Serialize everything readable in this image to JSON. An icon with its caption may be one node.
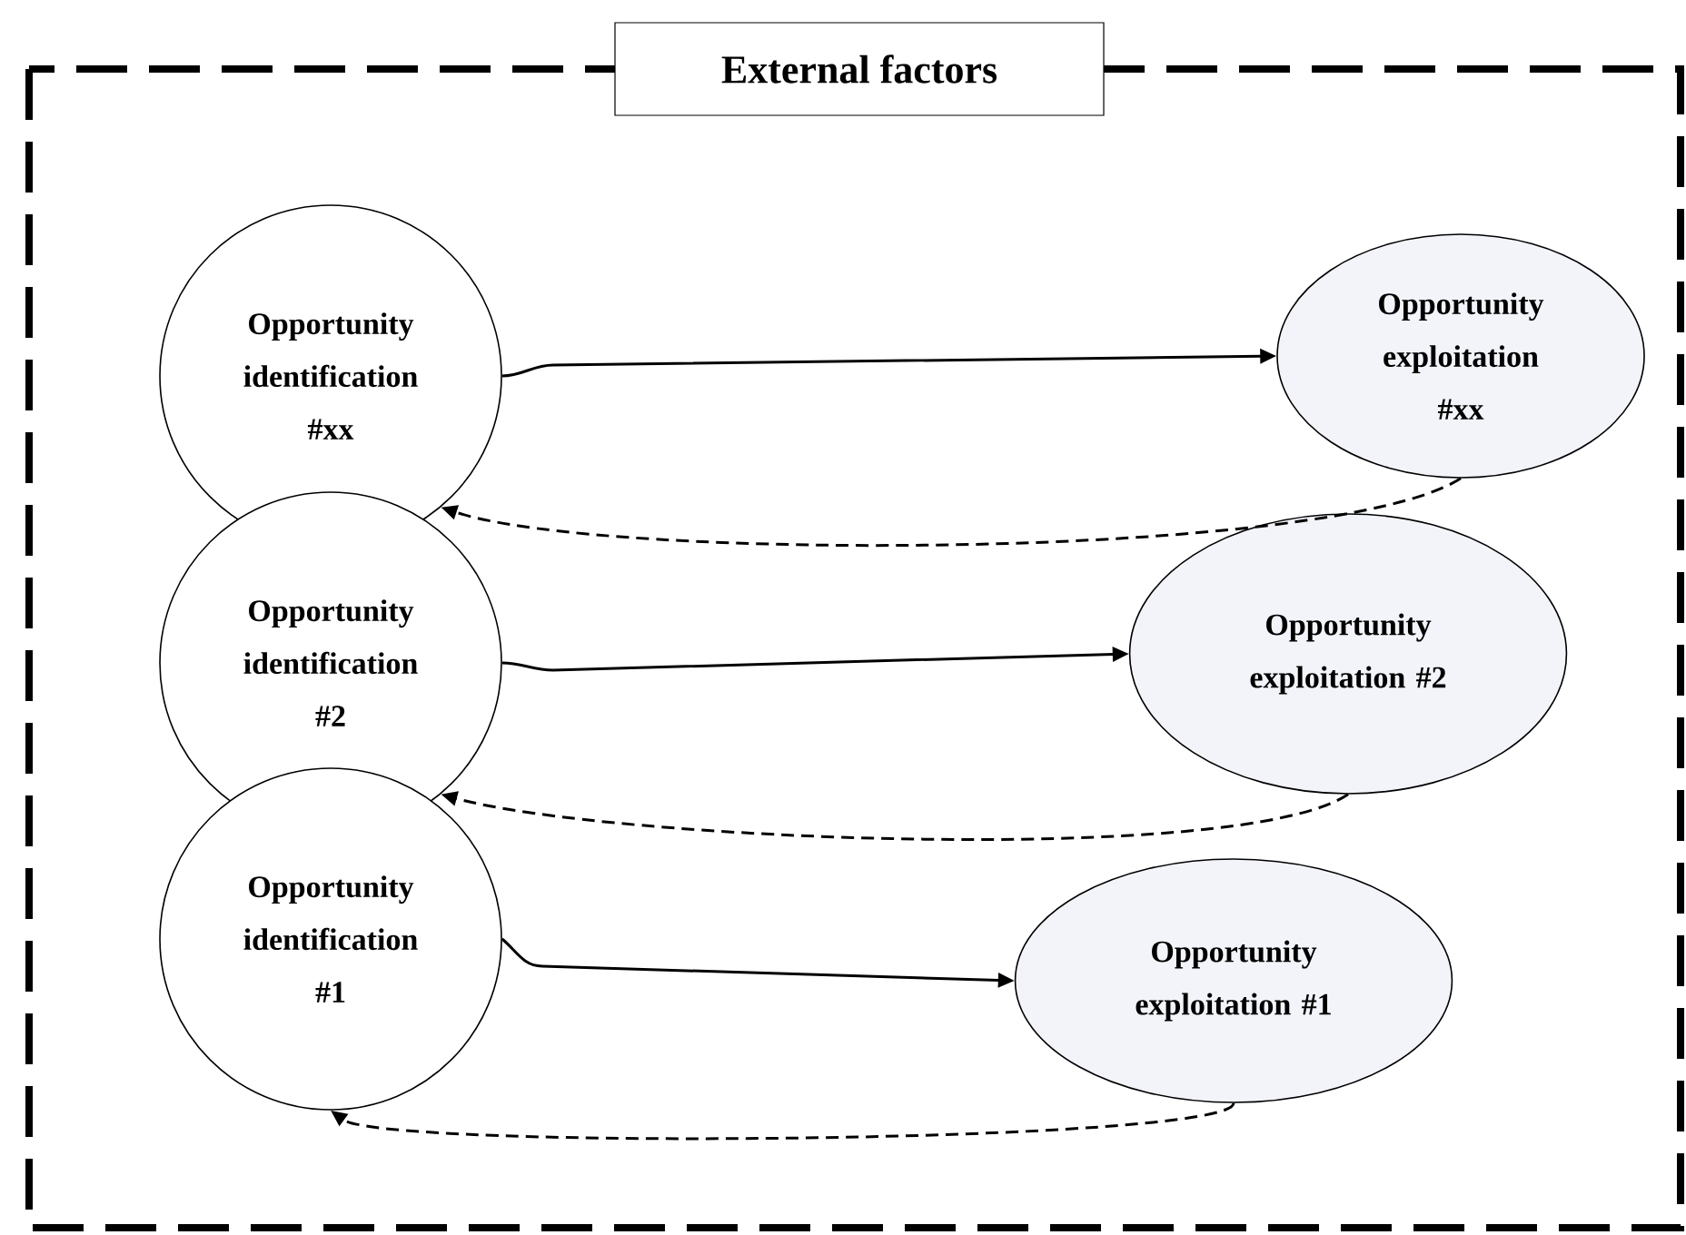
{
  "diagram": {
    "nodes": [
      {
        "text": [
          "External factors"
        ]
      },
      {
        "text": [
          "Opportunity identification #xx"
        ],
        "in": 0
      },
      {
        "text": [
          "Opportunity exploitation #xx"
        ],
        "in": 0
      },
      {
        "text": [
          "Opportunity identification #2"
        ],
        "in": 0
      },
      {
        "text": [
          "Opportunity exploitation #2"
        ],
        "in": 0
      },
      {
        "text": [
          "Opportunity identification #1"
        ],
        "in": 0
      },
      {
        "text": [
          "Opportunity exploitation #1"
        ],
        "in": 0
      }
    ],
    "edges": [
      {
        "from": 1,
        "to": 2,
        "arrow": "to"
      },
      {
        "from": 2,
        "to": 1,
        "arrow": "to",
        "style": "dashed"
      },
      {
        "from": 3,
        "to": 4,
        "arrow": "to"
      },
      {
        "from": 4,
        "to": 3,
        "arrow": "to",
        "style": "dashed"
      },
      {
        "from": 5,
        "to": 6,
        "arrow": "to"
      },
      {
        "from": 6,
        "to": 5,
        "arrow": "to",
        "style": "dashed"
      }
    ]
  }
}
